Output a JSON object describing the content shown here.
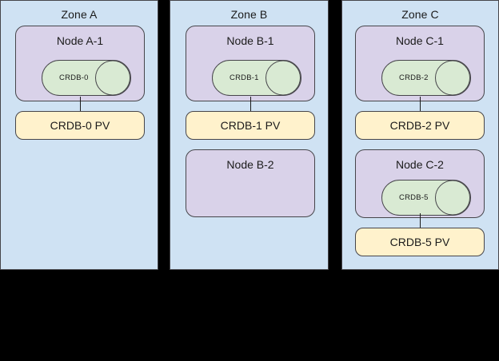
{
  "diagram": {
    "type": "architecture-diagram",
    "background_color": "#000000",
    "palette": {
      "zone_fill": "#cfe2f3",
      "node_fill": "#d9d2e9",
      "pv_fill": "#fff2cc",
      "db_fill": "#d9ead3",
      "stroke": "#46454a",
      "text": "#1b1b1b"
    },
    "zones": [
      {
        "id": "zone-a",
        "label": "Zone A",
        "nodes": [
          {
            "id": "node-a-1",
            "label": "Node A-1",
            "database": {
              "id": "crdb-0",
              "label": "CRDB-0"
            },
            "volume": {
              "id": "crdb-0-pv",
              "label": "CRDB-0 PV"
            },
            "has_connector": true
          }
        ]
      },
      {
        "id": "zone-b",
        "label": "Zone B",
        "nodes": [
          {
            "id": "node-b-1",
            "label": "Node B-1",
            "database": {
              "id": "crdb-1",
              "label": "CRDB-1"
            },
            "volume": {
              "id": "crdb-1-pv",
              "label": "CRDB-1 PV"
            },
            "has_connector": true
          },
          {
            "id": "node-b-2",
            "label": "Node B-2",
            "database": null,
            "volume": null,
            "has_connector": false
          }
        ]
      },
      {
        "id": "zone-c",
        "label": "Zone C",
        "nodes": [
          {
            "id": "node-c-1",
            "label": "Node C-1",
            "database": {
              "id": "crdb-2",
              "label": "CRDB-2"
            },
            "volume": {
              "id": "crdb-2-pv",
              "label": "CRDB-2 PV"
            },
            "has_connector": true
          },
          {
            "id": "node-c-2",
            "label": "Node C-2",
            "database": {
              "id": "crdb-5",
              "label": "CRDB-5"
            },
            "volume": {
              "id": "crdb-5-pv",
              "label": "CRDB-5 PV"
            },
            "has_connector": true
          }
        ]
      }
    ]
  }
}
